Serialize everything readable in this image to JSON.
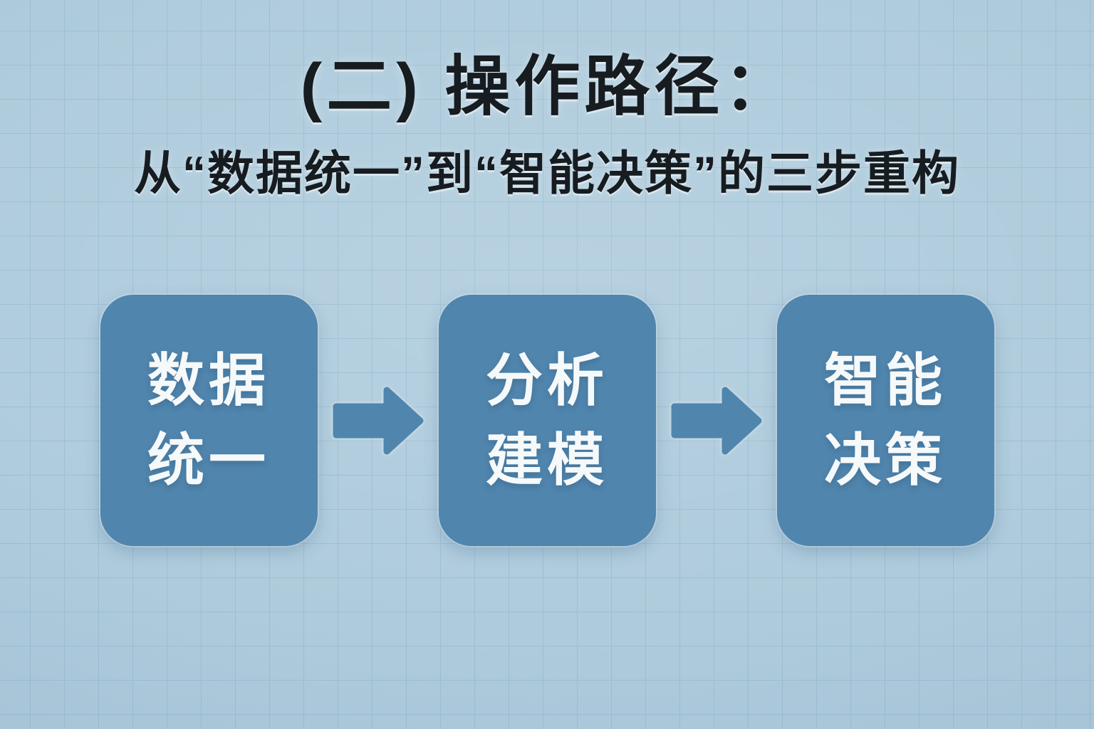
{
  "page": {
    "title": "(二) 操作路径：",
    "subtitle": "从“数据统一”到“智能决策”的三步重构"
  },
  "flow": {
    "steps": [
      {
        "name": "data-unification",
        "line1": "数据",
        "line2": "统一"
      },
      {
        "name": "analysis-modeling",
        "line1": "分析",
        "line2": "建模"
      },
      {
        "name": "intelligent-decision",
        "line1": "智能",
        "line2": "决策"
      }
    ],
    "arrow_count": 2
  },
  "colors": {
    "background": "#aecbdc",
    "grid_line": "#9cbdd2",
    "box_fill": "#5085ad",
    "box_text": "#f6f9fa",
    "title_text": "#171c21"
  }
}
